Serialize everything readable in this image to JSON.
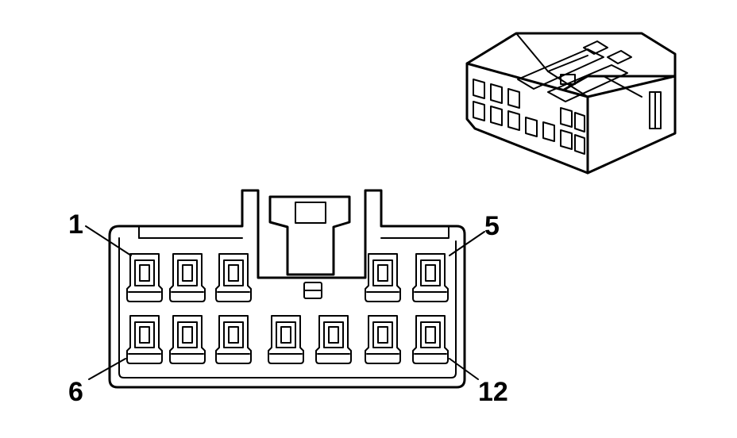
{
  "labels": {
    "pin1": "1",
    "pin5": "5",
    "pin6": "6",
    "pin12": "12"
  },
  "connector": {
    "top_row_cavities": 5,
    "bottom_row_cavities": 7
  },
  "colors": {
    "line": "#000000",
    "background": "#ffffff"
  }
}
